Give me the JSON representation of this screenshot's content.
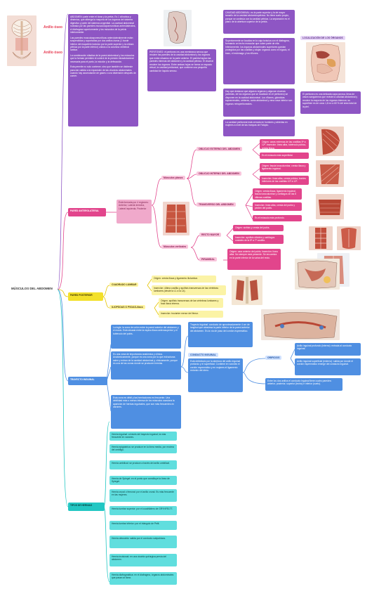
{
  "root": "MÚSCULOS DEL ABDOMEN",
  "ring_labels": [
    "Anillo óseo",
    "Anillo óseo"
  ],
  "intro": [
    "ABDOMEN: parte entre el tórax y la pelvis. Es 1 cilíndrica y dinámica, que alberga la mayoría de los órganos del sistema digestivo y parte del sistema urogenital. La cavidad abdominal rodeada por las paredes musculoaponeuróticas anterolaterales, el diafragma superiormente y los músculos de la pelvis inferiormente.",
    "Las paredes musculoaponeuróticas anterolateralmente están suspendidas y soportadas por dos anillos óseos (1 borde inferior del esqueleto torácico por la parte superior y la cintura pélvica por la parte inferior) unidos a la columna vertebral lumbar.",
    "La combinación elástica de la pared abdominal y los músculos que la forman permiten el control de la presión intraabdominal necesaria para el parto, la micción y la defecación.",
    "Esta permite no solo contener, sino que también se distiende para dar cabida a la expansión de las vísceras abdominales cuando hay acumulación de gases o una distensión después de comer."
  ],
  "peritoneo": "PERITONEO: el peritoneo es una membrana serosa que recubre las paredes de la cavidad abdominal y los órganos que están situados en la parte anterior. El parietal tapiza las paredes internas del abdomen y la cavidad pélvica. El visceral recubre los órganos. Entre ambas hojas se forma un espacio virtual, la cavidad peritoneal, que contiene una pequeña cantidad de líquido seroso.",
  "cavidad": [
    "CAVIDAD ABDOMINAL: es la parte superior y la de mayor tamaño de la cavidad abdominopélvica. No tiene suelo propio, porque se continúa con la cavidad pélvica. La separación es el plano de la abertura superior de la pelvis.",
    "Superiormente se localiza en la caja torácica con el diafragma, formando un techo muscular que cubre parte de ella. Inferiormente, los órganos abdominales superiores quedan protegidos por las costillas y alojan órganos como el hígado, el bazo, el estómago y los riñones.",
    "Hay que destacar que algunos órganos y algunas vísceras (además, de los órganos que se localizan en el peritoneo) se disponen en la cavidad abdominal. Los riñones, glándulas suprarrenales, uréteres, aorta abdominal y vena cava inferior son órganos retroperitoneales.",
    "La cavidad peritoneal está cerrada en hombres y abiertas en mujeres a nivel de las trompas de Falopio."
  ],
  "organos_label": "LOCALIZACIÓN DE LOS ÓRGANOS",
  "organos_text": "El peritoneo es una delicada capa porosa, llena de vasos sanguíneos que reviste la cavidad abdominal y recubre la mayoría de los órganos internos; su superficie es de unos 1,8 m² a 60 % del área total de la piel.",
  "pared_anterolateral": {
    "label": "PARED ANTEROLATERAL",
    "regions": "Está formada por 4 regiones: Anterior, Lateral derecha, Lateral izquierda, Posterior",
    "planos_label": "Músculos planos",
    "verticales_label": "Músculos verticales",
    "oblicuo_externo": {
      "label": "OBLICUO EXTERNO DEL ABDOMEN",
      "items": [
        "Origen: caras externas de las costillas 5ª a 12ª. Inserción: línea alba, tubérculo púbico, cresta ilíaca.",
        "Es el músculo más superficial."
      ]
    },
    "oblicuo_interno": {
      "label": "OBLICUO INTERNO DEL ABDOMEN",
      "items": [
        "Origen: fascia toracolumbar, cresta ilíaca y ligamento inguinal.",
        "Inserción: línea alba, cresta púbica, bordes inferiores de las costillas 10ª a 12ª."
      ]
    },
    "transverso": {
      "label": "TRANSVERSO DEL ABDOMEN",
      "items": [
        "Origen: cresta ilíaca, ligamento inguinal, fascia toracolumbar y cartílagos de las 6 últimas costillas.",
        "Inserción: línea alba, cresta del pubis y pecten del pubis.",
        "Es el músculo más profundo."
      ]
    },
    "recto_mayor": {
      "label": "RECTO MAYOR",
      "items": [
        "Origen: sínfisis y cresta del pubis.",
        "Inserción: apófisis xifoides y cartílagos costales de la 5ª a 7ª costilla."
      ]
    },
    "piramidal": {
      "label": "PIRAMIDAL",
      "items": [
        "Origen: cara anterior del pubis. Inserción: línea alba. No siempre está presente. Se encuentra en la parte inferior de la vaina del recto."
      ]
    }
  },
  "pared_posterior": {
    "label": "PARED POSTERIOR",
    "cuadrado_label": "CUADRADO LUMBAR",
    "cuadrado_items": [
      "Origen: cresta ilíaca y ligamento iliolumbar.",
      "Inserción: última costilla y apófisis transversas de las vértebras lumbares (desde la L1 a la L4)."
    ],
    "psoas_label": "ILIOPSOAS O PSOAS-ilíaco",
    "psoas_items": [
      "Origen: apófisis transversas de las vértebras lumbares y fosa ilíaca interna.",
      "Inserción: trocánter menor del fémur."
    ]
  },
  "trayecto_inguinal": {
    "label": "TRAYECTO INGUINAL",
    "items": [
      "La ingle, la zona de unión entre la pared anterior del abdomen y el muslo. Está situada entre la espina ilíaca anterosuperior y el tubérculo del pubis.",
      "Es una zona de importancia anatómica y clínica. Anatómicamente, porque es una zona por la que estructuras salen y entran de la cavidad abdominal y, clínicamente, porque es una de las zonas donde se producen hernias.",
      "Esta zona es débil y las herniaciones es frecuente. Una debilidad más o menos intensa de los músculos ocasiona la aparición de hernias inguinales, que son más frecuentes en varones."
    ],
    "text_a": "Trayecto inguinal: conducto de aproximadamente 4 cm de longitud que atraviesa la parte inferior de la pared anterior del abdomen. Es la vía de paso del cordón espermático.",
    "conducto_label": "CONDUCTO INGUINAL",
    "conducto_text": "Está delimitado por la abertura del anillo inguinal profundo y el superficial. Contiene en varones el cordón espermático y en mujeres el ligamento redondo del útero.",
    "orificios_label": "ORIFICIOS",
    "orificios_items": [
      "Anillo inguinal profundo (interno): entrada al conducto inguinal.",
      "Anillo inguinal superficial (externo): salida por donde el cordón espermático emerge del conducto inguinal."
    ],
    "orificios_text": "Entre los dos anillos el conducto inguinal tiene cuatro paredes: anterior, posterior, superior (techo) e inferior (suelo)."
  },
  "tipos_hernias": {
    "label": "TIPOS DE HERNIAS",
    "items": [
      "Hernia inguinal: a través del trayecto inguinal; la más frecuente en varones.",
      "Hernia epigástrica: se produce en la línea media, por encima del ombligo.",
      "Hernia umbilical: se produce a través del anillo umbilical.",
      "Hernia de Spiegel: en el punto que constituye la línea de Spiegel.",
      "Hernia crural o femoral: por el anillo crural. Es más frecuente en las mujeres.",
      "Hernia lumbar superior: por el cuadrilátero de GRYNFELTT.",
      "Hernia lumbar inferior: por el triángulo de Petit.",
      "Hernia obturatriz: salida por el conducto subpubiano.",
      "Hernia incisional: en una cicatriz quirúrgica previa del abdomen.",
      "Hernia diafragmática: en el diafragma, órganos abdominales que pasan al tórax."
    ]
  },
  "colors": {
    "purple": "#8e56c4",
    "pink": "#e2458c",
    "yellow": "#f3e02a",
    "blue": "#4f8fe2",
    "teal": "#23c7c3"
  }
}
